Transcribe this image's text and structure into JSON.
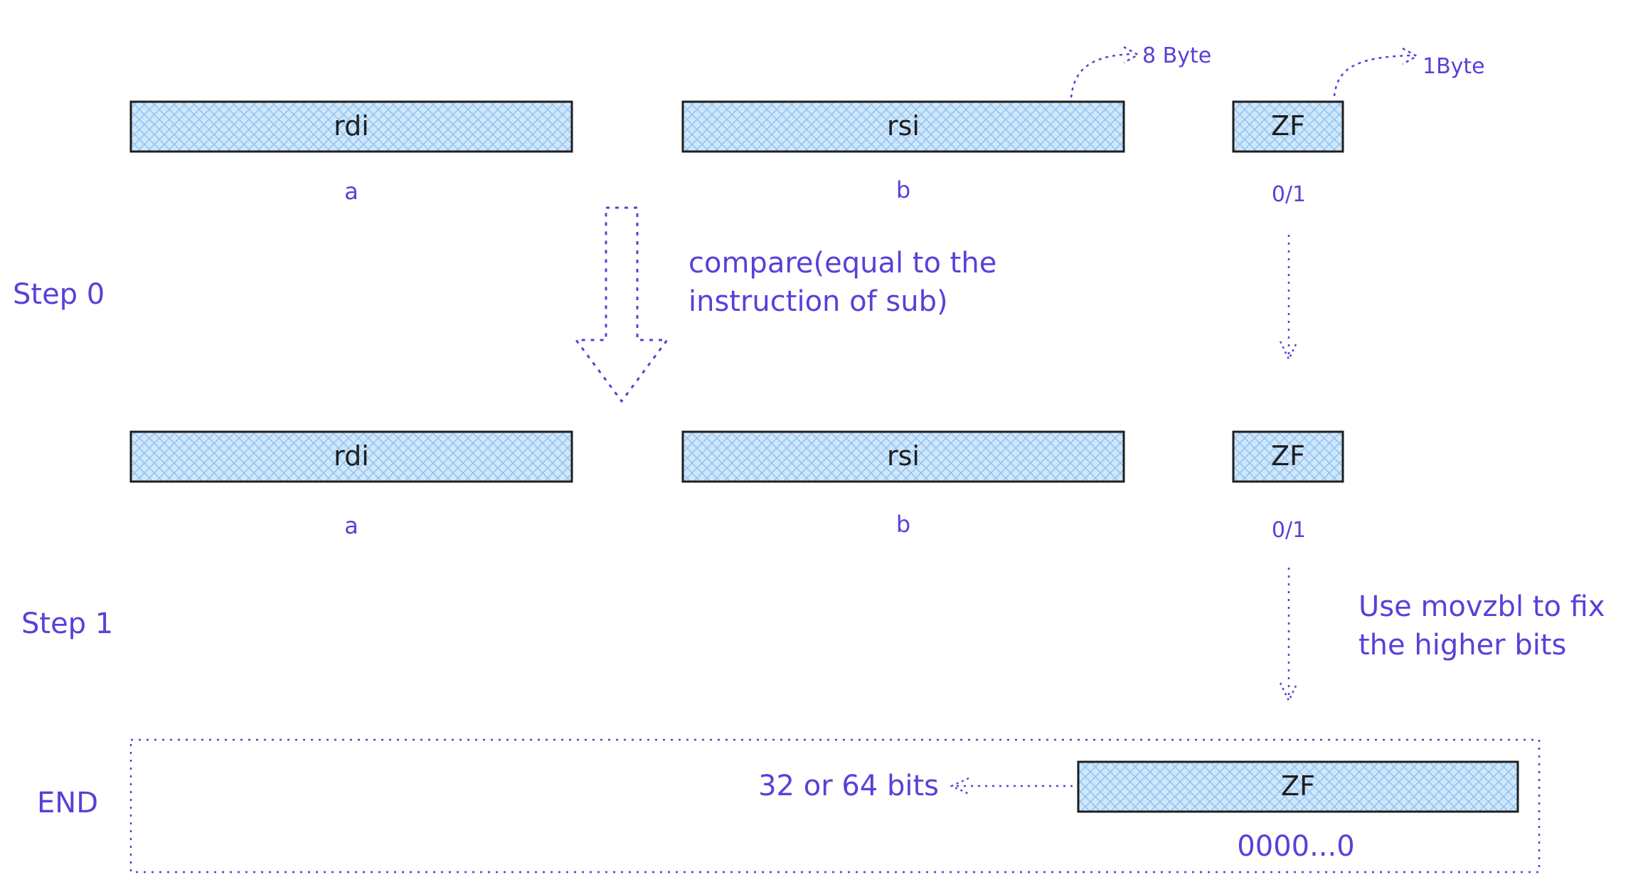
{
  "colors": {
    "accent": "#5b3fd8",
    "register_fill": "#cfe6fb",
    "hatch": "#8cc2ee",
    "outline": "#1e1e1e"
  },
  "step0": {
    "label": "Step 0",
    "registers": [
      {
        "name": "rdi",
        "value": "a"
      },
      {
        "name": "rsi",
        "value": "b"
      },
      {
        "name": "ZF",
        "value": "0/1"
      }
    ],
    "size_notes": {
      "rsi": "8 Byte",
      "zf": "1Byte"
    },
    "compare_note": [
      "compare(equal to the",
      "instruction of sub)"
    ]
  },
  "step1": {
    "label": "Step 1",
    "registers": [
      {
        "name": "rdi",
        "value": "a"
      },
      {
        "name": "rsi",
        "value": "b"
      },
      {
        "name": "ZF",
        "value": "0/1"
      }
    ],
    "movzbl_note": [
      "Use movzbl to fix",
      "the higher bits"
    ]
  },
  "end": {
    "label": "END",
    "register": {
      "name": "ZF",
      "value": "0000...0"
    },
    "width_note": "32 or 64 bits"
  }
}
